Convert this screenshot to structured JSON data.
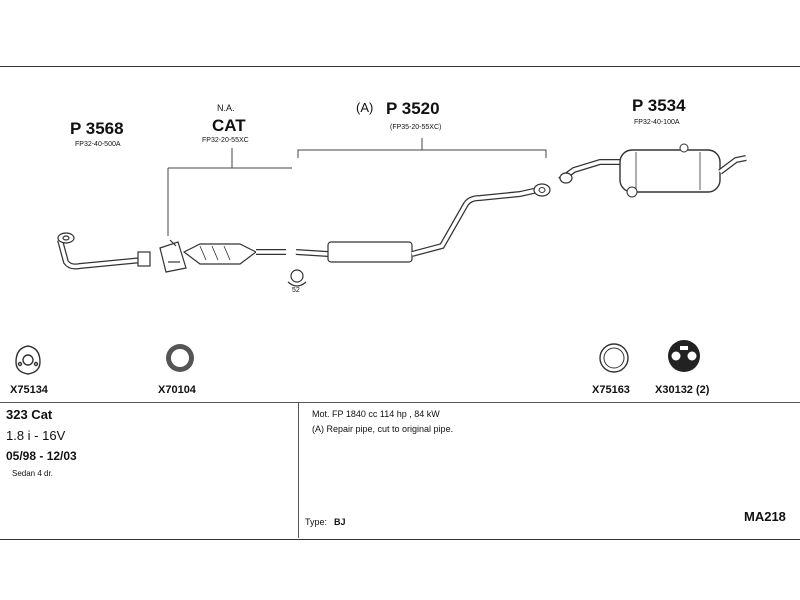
{
  "parts": {
    "p3568": {
      "number": "P 3568",
      "ref": "FP32-40-500A"
    },
    "cat": {
      "na": "N.A.",
      "number": "CAT",
      "ref": "FP32-20-55XC"
    },
    "p3520": {
      "prefix": "(A)",
      "number": "P 3520",
      "ref": "(FP35-20-55XC)"
    },
    "p3534": {
      "number": "P 3534",
      "ref": "FP32-40-100A"
    },
    "clamp_label": "52"
  },
  "accessories": [
    {
      "code": "X75134",
      "icon": "gasket-icon"
    },
    {
      "code": "X70104",
      "icon": "ring-icon"
    },
    {
      "code": "X75163",
      "icon": "thin-ring-icon"
    },
    {
      "code": "X30132 (2)",
      "icon": "rubber-hanger-icon"
    }
  ],
  "vehicle": {
    "model": "323 Cat",
    "engine": "1.8 i - 16V",
    "dates": "05/98 - 12/03",
    "body": "Sedan 4 dr."
  },
  "notes": {
    "line1": "Mot. FP 1840 cc 114 hp , 84 kW",
    "line2": "(A) Repair pipe, cut to original pipe.",
    "type_label": "Type:",
    "type_value": "BJ"
  },
  "kit_code": "MA218"
}
